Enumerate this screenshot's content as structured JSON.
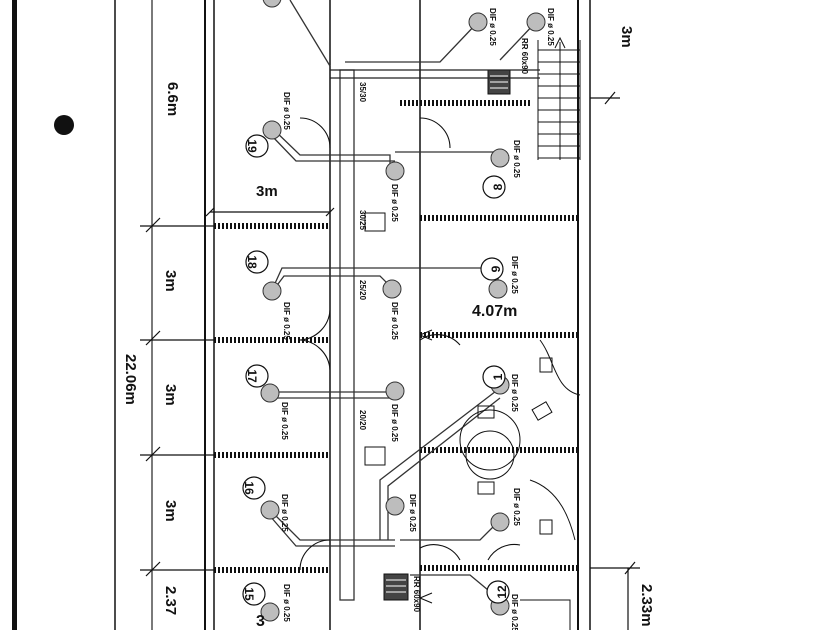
{
  "dimensions": {
    "top_right": "3m",
    "left_top": "6.6m",
    "corridor_width": "3m",
    "room_18": "3m",
    "total": "22.06m",
    "room_17": "3m",
    "room_16": "3m",
    "room_15": "2.37",
    "right_mid": "4.07m",
    "right_bottom": "2.33m"
  },
  "rooms": {
    "r19": "19",
    "r18": "18",
    "r17": "17",
    "r16": "16",
    "r15": "15",
    "r8": "8",
    "r9": "9",
    "r10": "1",
    "r12": "12"
  },
  "labels": {
    "dif": "DIF ø 0.25",
    "rr": "RR 60x90",
    "duct_35_30": "35/30",
    "duct_30_25": "30/25",
    "duct_25_20": "25/20",
    "duct_20_20": "20/20",
    "partial_3": "3"
  }
}
